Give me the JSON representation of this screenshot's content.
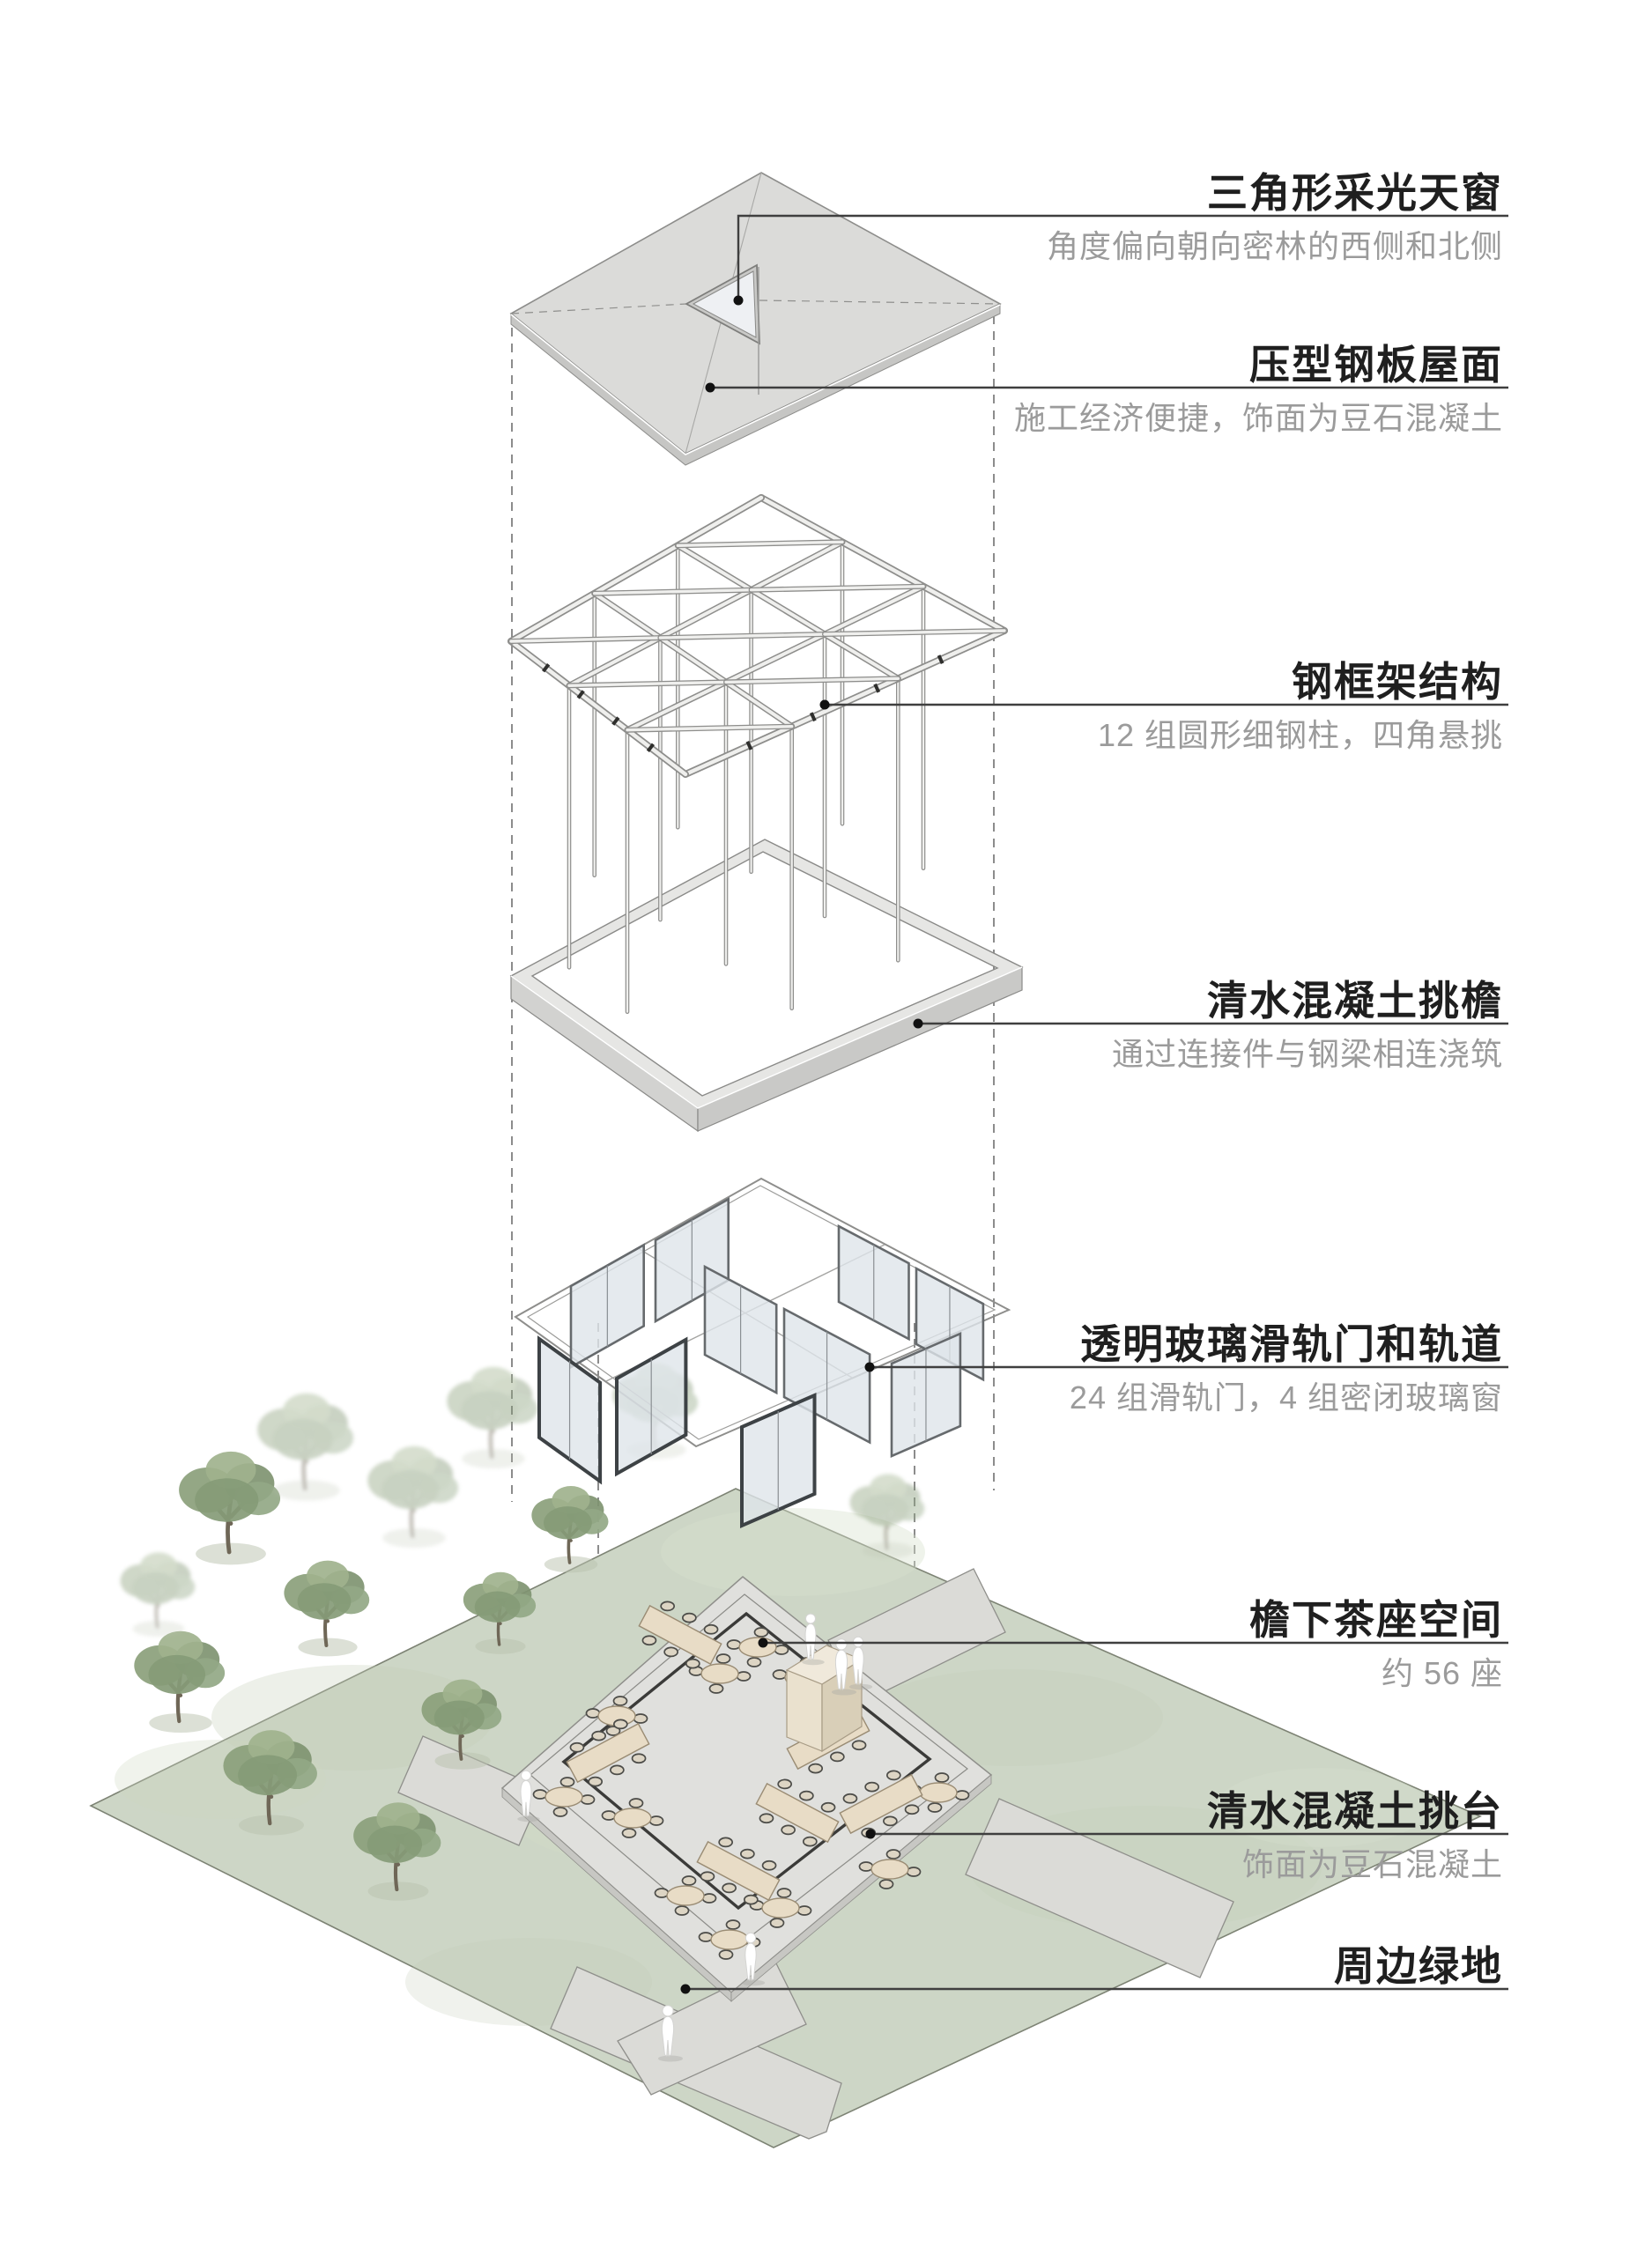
{
  "page": {
    "type": "exploded-axonometric-architecture-diagram",
    "background": "#ffffff",
    "language": "zh-CN"
  },
  "annotations": [
    {
      "id": "skylight",
      "title": "三角形采光天窗",
      "subtitle": "角度偏向朝向密林的西侧和北侧"
    },
    {
      "id": "roof",
      "title": "压型钢板屋面",
      "subtitle": "施工经济便捷，饰面为豆石混凝土"
    },
    {
      "id": "frame",
      "title": "钢框架结构",
      "subtitle": "12 组圆形细钢柱，四角悬挑"
    },
    {
      "id": "eave",
      "title": "清水混凝土挑檐",
      "subtitle": "通过连接件与钢梁相连浇筑"
    },
    {
      "id": "glass",
      "title": "透明玻璃滑轨门和轨道",
      "subtitle": "24 组滑轨门，4 组密闭玻璃窗"
    },
    {
      "id": "seating",
      "title": "檐下茶座空间",
      "subtitle": "约 56 座"
    },
    {
      "id": "platform",
      "title": "清水混凝土挑台",
      "subtitle": "饰面为豆石混凝土"
    },
    {
      "id": "greenbelt",
      "title": "周边绿地",
      "subtitle": ""
    }
  ],
  "colors": {
    "label_title": "#1f1f1f",
    "label_subtitle": "#9b9b9b",
    "leader_line": "#3f3f3f",
    "guide_dash": "#6f6f6f",
    "roof_fill": "#dbdbd9",
    "roof_edge": "#8d8d8b",
    "skylight_glass": "#eef0f3",
    "steel_beam": "#8e8e8c",
    "concrete_top": "#e6e6e4",
    "concrete_side": "#cfcfcd",
    "glass_fill": "#dfe5ea",
    "glass_frame": "#5f6468",
    "site_green": "#cdd6c6",
    "path_gray": "#dbdbd7",
    "plaza_gray": "#e0e0dd",
    "tea_outline": "#3b3b39",
    "table_wood": "#e8dcc6",
    "chair_dark": "#4c4c48",
    "bar_counter": "#ecdfc9",
    "tree_green": "#8ba07b",
    "person_white": "#ffffff"
  }
}
